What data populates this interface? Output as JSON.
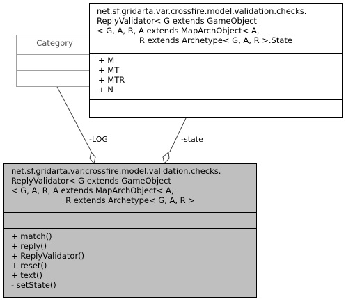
{
  "category": {
    "name": "Category"
  },
  "state_class": {
    "name_lines": [
      "net.sf.gridarta.var.crossfire.model.validation.checks.",
      "ReplyValidator< G extends GameObject",
      "< G, A, R, A extends MapArchObject< A,",
      "R extends Archetype< G, A, R >.State"
    ],
    "attributes": [
      "+ M",
      "+ MT",
      "+ MTR",
      "+ N"
    ]
  },
  "main_class": {
    "name_lines": [
      "net.sf.gridarta.var.crossfire.model.validation.checks.",
      "ReplyValidator< G extends GameObject",
      "< G, A, R, A extends MapArchObject< A,",
      "R extends Archetype< G, A, R >"
    ],
    "methods": [
      "+ match()",
      "+ reply()",
      "+ ReplyValidator()",
      "+ reset()",
      "+ text()",
      "- setState()"
    ]
  },
  "edges": {
    "log_label": "-LOG",
    "state_label": "-state"
  },
  "colors": {
    "main_fill": "#bfbfbf",
    "category_stroke": "#a0a0a0",
    "stroke": "#000000",
    "edge": "#404040"
  }
}
